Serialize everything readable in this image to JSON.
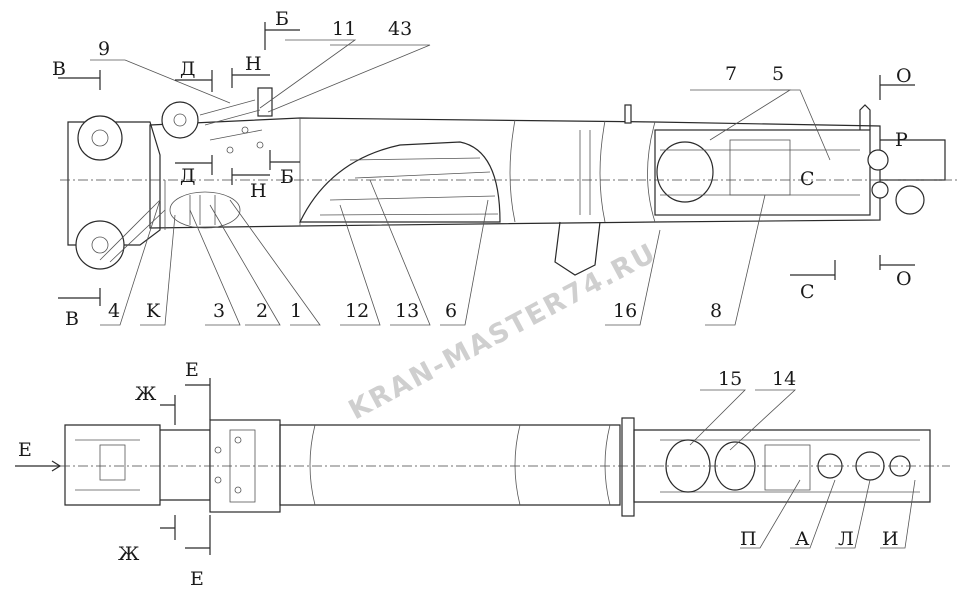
{
  "watermark": "KRAN-MASTER74.RU",
  "top_view": {
    "part_labels": [
      "9",
      "11",
      "43",
      "7",
      "5",
      "4",
      "K",
      "3",
      "2",
      "1",
      "12",
      "13",
      "6",
      "16",
      "8"
    ],
    "section_labels": [
      "В",
      "Д",
      "Н",
      "Б",
      "О",
      "Р",
      "С",
      "Д",
      "Н",
      "Б",
      "С",
      "О",
      "В"
    ]
  },
  "bottom_view": {
    "part_labels": [
      "15",
      "14",
      "П",
      "А",
      "Л",
      "И"
    ],
    "section_labels": [
      "Е",
      "Ж",
      "Е",
      "Ж",
      "Е"
    ]
  }
}
